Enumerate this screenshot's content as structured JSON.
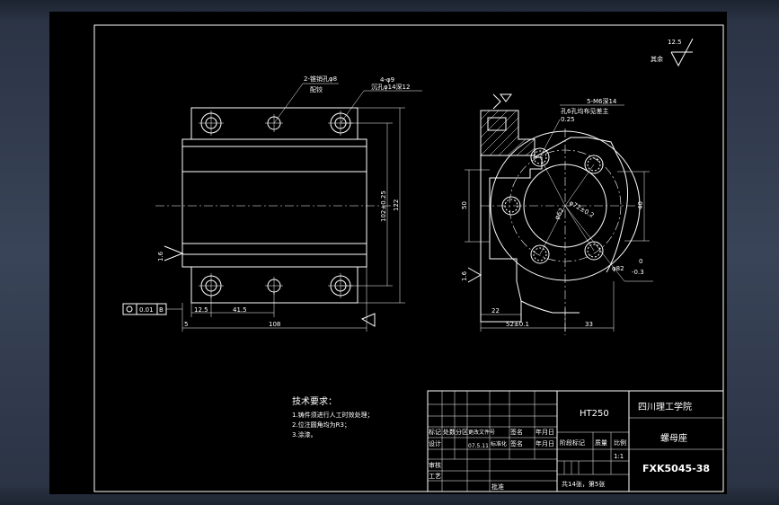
{
  "roughness": {
    "value": "12.5",
    "label": "其余"
  },
  "front_view": {
    "callout_pin": {
      "line1": "2-锥销孔φ8",
      "line2": "配铰"
    },
    "callout_holes": {
      "line1": "4-φ9",
      "line2": "沉孔φ14深12"
    },
    "dim_width": "108",
    "dim_12_5": "12.5",
    "dim_41_5": "41.5",
    "dim_5": "5",
    "dim_102": "102±0.25",
    "dim_122": "122",
    "rough_left": "1.6",
    "tolerance_frame": {
      "value": "0.01",
      "datum": "B"
    }
  },
  "side_view": {
    "callout_threads": {
      "line1": "5-M6深14",
      "line2": "孔6孔均布见差主",
      "line3": "0.25"
    },
    "dim_50": "50",
    "dim_40": "40",
    "dim_phi82": "φ82",
    "dim_phi_bolt": "φ72±0.2",
    "dim_phi_bore": "φ62",
    "tol_upper": "0",
    "tol_lower": "-0.3",
    "dim_22": "22",
    "dim_52": "52±0.1",
    "dim_33": "33",
    "rough_left": "1.6"
  },
  "tech_req": {
    "title": "技术要求：",
    "items": [
      "1.铸件须进行人工时效处理；",
      "2.位注圆角均为R3；",
      "3.涂漆。"
    ]
  },
  "title_block": {
    "material": "HT250",
    "school": "四川理工学院",
    "part_name": "螺母座",
    "drawing_no": "FXK5045-38",
    "row_labels": [
      "标记",
      "处数",
      "分区",
      "更改文件号",
      "签名",
      "年月日"
    ],
    "row_labels2": [
      "设计",
      "标准化",
      "签名",
      "年月日"
    ],
    "stage_label": "阶段标记",
    "weight_label": "质量",
    "scale_label": "比例",
    "scale_value": "1:1",
    "review_label": "审核",
    "process_label": "工艺",
    "approve_label": "批准",
    "sheets": "共14张，第5张",
    "design_date": "07.5.11"
  }
}
